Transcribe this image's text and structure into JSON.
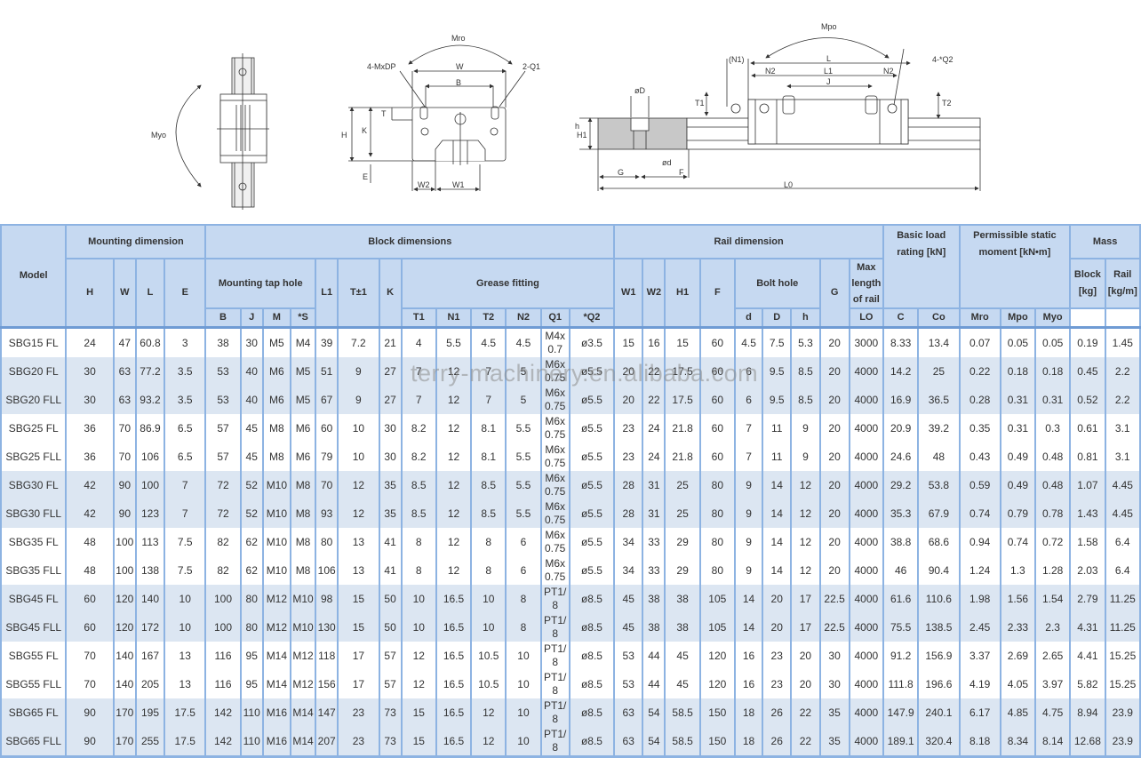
{
  "drawing_labels": {
    "myo": "Myo",
    "mro": "Mro",
    "mpo": "Mpo",
    "mxdp": "4-MxDP",
    "q1": "2-Q1",
    "w": "W",
    "b": "B",
    "t": "T",
    "h": "H",
    "k": "K",
    "e": "E",
    "w2": "W2",
    "w1": "W1",
    "n1": "(N1)",
    "l": "L",
    "n2a": "N2",
    "l1": "L1",
    "n2b": "N2",
    "q2": "4-*Q2",
    "j": "J",
    "t1": "T1",
    "t2": "T2",
    "od": "øD",
    "h_small": "h",
    "h1": "H1",
    "d_small": "ød",
    "g": "G",
    "f": "F",
    "l0": "L0"
  },
  "table": {
    "header": {
      "model": "Model",
      "mounting_dimension": "Mounting dimension",
      "block_dimensions": "Block dimensions",
      "rail_dimension": "Rail dimension",
      "basic_load_rating": "Basic load rating [kN]",
      "permissible_static_moment": "Permissible static moment [kN•m]",
      "mass": "Mass",
      "H": "H",
      "W": "W",
      "L": "L",
      "E": "E",
      "mounting_tap_hole": "Mounting tap hole",
      "L1": "L1",
      "T": "T±1",
      "K": "K",
      "grease_fitting": "Grease fitting",
      "W1": "W1",
      "W2": "W2",
      "H1": "H1",
      "F": "F",
      "bolt_hole": "Bolt hole",
      "G": "G",
      "max_length": "Max length of rail",
      "block_kg": "Block [kg]",
      "rail_kgm": "Rail [kg/m]",
      "B": "B",
      "J": "J",
      "M": "M",
      "S": "*S",
      "T1": "T1",
      "N1": "N1",
      "T2": "T2",
      "N2": "N2",
      "Q1": "Q1",
      "Q2": "*Q2",
      "d": "d",
      "D": "D",
      "h": "h",
      "LO": "LO",
      "C": "C",
      "Co": "Co",
      "Mro": "Mro",
      "Mpo": "Mpo",
      "Myo": "Myo"
    },
    "rows": [
      {
        "model": "SBG15 FL",
        "H": "24",
        "W": "47",
        "L": "60.8",
        "E": "3",
        "B": "38",
        "J": "30",
        "M": "M5",
        "S": "M4",
        "L1": "39",
        "T": "7.2",
        "K": "21",
        "T1": "4",
        "N1": "5.5",
        "T2": "4.5",
        "N2": "4.5",
        "Q1a": "M4x",
        "Q1b": "0.7",
        "Q2": "ø3.5",
        "W1": "15",
        "W2": "16",
        "H1": "15",
        "F": "60",
        "d": "4.5",
        "D": "7.5",
        "h": "5.3",
        "G": "20",
        "LO": "3000",
        "C": "8.33",
        "Co": "13.4",
        "Mro": "0.07",
        "Mpo": "0.05",
        "Myo": "0.05",
        "block": "0.19",
        "rail": "1.45"
      },
      {
        "model": "SBG20 FL",
        "H": "30",
        "W": "63",
        "L": "77.2",
        "E": "3.5",
        "B": "53",
        "J": "40",
        "M": "M6",
        "S": "M5",
        "L1": "51",
        "T": "9",
        "K": "27",
        "T1": "7",
        "N1": "12",
        "T2": "7",
        "N2": "5",
        "Q1a": "M6x",
        "Q1b": "0.75",
        "Q2": "ø5.5",
        "W1": "20",
        "W2": "22",
        "H1": "17.5",
        "F": "60",
        "d": "6",
        "D": "9.5",
        "h": "8.5",
        "G": "20",
        "LO": "4000",
        "C": "14.2",
        "Co": "25",
        "Mro": "0.22",
        "Mpo": "0.18",
        "Myo": "0.18",
        "block": "0.45",
        "rail": "2.2"
      },
      {
        "model": "SBG20 FLL",
        "H": "30",
        "W": "63",
        "L": "93.2",
        "E": "3.5",
        "B": "53",
        "J": "40",
        "M": "M6",
        "S": "M5",
        "L1": "67",
        "T": "9",
        "K": "27",
        "T1": "7",
        "N1": "12",
        "T2": "7",
        "N2": "5",
        "Q1a": "M6x",
        "Q1b": "0.75",
        "Q2": "ø5.5",
        "W1": "20",
        "W2": "22",
        "H1": "17.5",
        "F": "60",
        "d": "6",
        "D": "9.5",
        "h": "8.5",
        "G": "20",
        "LO": "4000",
        "C": "16.9",
        "Co": "36.5",
        "Mro": "0.28",
        "Mpo": "0.31",
        "Myo": "0.31",
        "block": "0.52",
        "rail": "2.2"
      },
      {
        "model": "SBG25 FL",
        "H": "36",
        "W": "70",
        "L": "86.9",
        "E": "6.5",
        "B": "57",
        "J": "45",
        "M": "M8",
        "S": "M6",
        "L1": "60",
        "T": "10",
        "K": "30",
        "T1": "8.2",
        "N1": "12",
        "T2": "8.1",
        "N2": "5.5",
        "Q1a": "M6x",
        "Q1b": "0.75",
        "Q2": "ø5.5",
        "W1": "23",
        "W2": "24",
        "H1": "21.8",
        "F": "60",
        "d": "7",
        "D": "11",
        "h": "9",
        "G": "20",
        "LO": "4000",
        "C": "20.9",
        "Co": "39.2",
        "Mro": "0.35",
        "Mpo": "0.31",
        "Myo": "0.3",
        "block": "0.61",
        "rail": "3.1"
      },
      {
        "model": "SBG25 FLL",
        "H": "36",
        "W": "70",
        "L": "106",
        "E": "6.5",
        "B": "57",
        "J": "45",
        "M": "M8",
        "S": "M6",
        "L1": "79",
        "T": "10",
        "K": "30",
        "T1": "8.2",
        "N1": "12",
        "T2": "8.1",
        "N2": "5.5",
        "Q1a": "M6x",
        "Q1b": "0.75",
        "Q2": "ø5.5",
        "W1": "23",
        "W2": "24",
        "H1": "21.8",
        "F": "60",
        "d": "7",
        "D": "11",
        "h": "9",
        "G": "20",
        "LO": "4000",
        "C": "24.6",
        "Co": "48",
        "Mro": "0.43",
        "Mpo": "0.49",
        "Myo": "0.48",
        "block": "0.81",
        "rail": "3.1"
      },
      {
        "model": "SBG30 FL",
        "H": "42",
        "W": "90",
        "L": "100",
        "E": "7",
        "B": "72",
        "J": "52",
        "M": "M10",
        "S": "M8",
        "L1": "70",
        "T": "12",
        "K": "35",
        "T1": "8.5",
        "N1": "12",
        "T2": "8.5",
        "N2": "5.5",
        "Q1a": "M6x",
        "Q1b": "0.75",
        "Q2": "ø5.5",
        "W1": "28",
        "W2": "31",
        "H1": "25",
        "F": "80",
        "d": "9",
        "D": "14",
        "h": "12",
        "G": "20",
        "LO": "4000",
        "C": "29.2",
        "Co": "53.8",
        "Mro": "0.59",
        "Mpo": "0.49",
        "Myo": "0.48",
        "block": "1.07",
        "rail": "4.45"
      },
      {
        "model": "SBG30 FLL",
        "H": "42",
        "W": "90",
        "L": "123",
        "E": "7",
        "B": "72",
        "J": "52",
        "M": "M10",
        "S": "M8",
        "L1": "93",
        "T": "12",
        "K": "35",
        "T1": "8.5",
        "N1": "12",
        "T2": "8.5",
        "N2": "5.5",
        "Q1a": "M6x",
        "Q1b": "0.75",
        "Q2": "ø5.5",
        "W1": "28",
        "W2": "31",
        "H1": "25",
        "F": "80",
        "d": "9",
        "D": "14",
        "h": "12",
        "G": "20",
        "LO": "4000",
        "C": "35.3",
        "Co": "67.9",
        "Mro": "0.74",
        "Mpo": "0.79",
        "Myo": "0.78",
        "block": "1.43",
        "rail": "4.45"
      },
      {
        "model": "SBG35 FL",
        "H": "48",
        "W": "100",
        "L": "113",
        "E": "7.5",
        "B": "82",
        "J": "62",
        "M": "M10",
        "S": "M8",
        "L1": "80",
        "T": "13",
        "K": "41",
        "T1": "8",
        "N1": "12",
        "T2": "8",
        "N2": "6",
        "Q1a": "M6x",
        "Q1b": "0.75",
        "Q2": "ø5.5",
        "W1": "34",
        "W2": "33",
        "H1": "29",
        "F": "80",
        "d": "9",
        "D": "14",
        "h": "12",
        "G": "20",
        "LO": "4000",
        "C": "38.8",
        "Co": "68.6",
        "Mro": "0.94",
        "Mpo": "0.74",
        "Myo": "0.72",
        "block": "1.58",
        "rail": "6.4"
      },
      {
        "model": "SBG35 FLL",
        "H": "48",
        "W": "100",
        "L": "138",
        "E": "7.5",
        "B": "82",
        "J": "62",
        "M": "M10",
        "S": "M8",
        "L1": "106",
        "T": "13",
        "K": "41",
        "T1": "8",
        "N1": "12",
        "T2": "8",
        "N2": "6",
        "Q1a": "M6x",
        "Q1b": "0.75",
        "Q2": "ø5.5",
        "W1": "34",
        "W2": "33",
        "H1": "29",
        "F": "80",
        "d": "9",
        "D": "14",
        "h": "12",
        "G": "20",
        "LO": "4000",
        "C": "46",
        "Co": "90.4",
        "Mro": "1.24",
        "Mpo": "1.3",
        "Myo": "1.28",
        "block": "2.03",
        "rail": "6.4"
      },
      {
        "model": "SBG45 FL",
        "H": "60",
        "W": "120",
        "L": "140",
        "E": "10",
        "B": "100",
        "J": "80",
        "M": "M12",
        "S": "M10",
        "L1": "98",
        "T": "15",
        "K": "50",
        "T1": "10",
        "N1": "16.5",
        "T2": "10",
        "N2": "8",
        "Q1a": "PT1/",
        "Q1b": "8",
        "Q2": "ø8.5",
        "W1": "45",
        "W2": "38",
        "H1": "38",
        "F": "105",
        "d": "14",
        "D": "20",
        "h": "17",
        "G": "22.5",
        "LO": "4000",
        "C": "61.6",
        "Co": "110.6",
        "Mro": "1.98",
        "Mpo": "1.56",
        "Myo": "1.54",
        "block": "2.79",
        "rail": "11.25"
      },
      {
        "model": "SBG45 FLL",
        "H": "60",
        "W": "120",
        "L": "172",
        "E": "10",
        "B": "100",
        "J": "80",
        "M": "M12",
        "S": "M10",
        "L1": "130",
        "T": "15",
        "K": "50",
        "T1": "10",
        "N1": "16.5",
        "T2": "10",
        "N2": "8",
        "Q1a": "PT1/",
        "Q1b": "8",
        "Q2": "ø8.5",
        "W1": "45",
        "W2": "38",
        "H1": "38",
        "F": "105",
        "d": "14",
        "D": "20",
        "h": "17",
        "G": "22.5",
        "LO": "4000",
        "C": "75.5",
        "Co": "138.5",
        "Mro": "2.45",
        "Mpo": "2.33",
        "Myo": "2.3",
        "block": "4.31",
        "rail": "11.25"
      },
      {
        "model": "SBG55 FL",
        "H": "70",
        "W": "140",
        "L": "167",
        "E": "13",
        "B": "116",
        "J": "95",
        "M": "M14",
        "S": "M12",
        "L1": "118",
        "T": "17",
        "K": "57",
        "T1": "12",
        "N1": "16.5",
        "T2": "10.5",
        "N2": "10",
        "Q1a": "PT1/",
        "Q1b": "8",
        "Q2": "ø8.5",
        "W1": "53",
        "W2": "44",
        "H1": "45",
        "F": "120",
        "d": "16",
        "D": "23",
        "h": "20",
        "G": "30",
        "LO": "4000",
        "C": "91.2",
        "Co": "156.9",
        "Mro": "3.37",
        "Mpo": "2.69",
        "Myo": "2.65",
        "block": "4.41",
        "rail": "15.25"
      },
      {
        "model": "SBG55 FLL",
        "H": "70",
        "W": "140",
        "L": "205",
        "E": "13",
        "B": "116",
        "J": "95",
        "M": "M14",
        "S": "M12",
        "L1": "156",
        "T": "17",
        "K": "57",
        "T1": "12",
        "N1": "16.5",
        "T2": "10.5",
        "N2": "10",
        "Q1a": "PT1/",
        "Q1b": "8",
        "Q2": "ø8.5",
        "W1": "53",
        "W2": "44",
        "H1": "45",
        "F": "120",
        "d": "16",
        "D": "23",
        "h": "20",
        "G": "30",
        "LO": "4000",
        "C": "111.8",
        "Co": "196.6",
        "Mro": "4.19",
        "Mpo": "4.05",
        "Myo": "3.97",
        "block": "5.82",
        "rail": "15.25"
      },
      {
        "model": "SBG65 FL",
        "H": "90",
        "W": "170",
        "L": "195",
        "E": "17.5",
        "B": "142",
        "J": "110",
        "M": "M16",
        "S": "M14",
        "L1": "147",
        "T": "23",
        "K": "73",
        "T1": "15",
        "N1": "16.5",
        "T2": "12",
        "N2": "10",
        "Q1a": "PT1/",
        "Q1b": "8",
        "Q2": "ø8.5",
        "W1": "63",
        "W2": "54",
        "H1": "58.5",
        "F": "150",
        "d": "18",
        "D": "26",
        "h": "22",
        "G": "35",
        "LO": "4000",
        "C": "147.9",
        "Co": "240.1",
        "Mro": "6.17",
        "Mpo": "4.85",
        "Myo": "4.75",
        "block": "8.94",
        "rail": "23.9"
      },
      {
        "model": "SBG65 FLL",
        "H": "90",
        "W": "170",
        "L": "255",
        "E": "17.5",
        "B": "142",
        "J": "110",
        "M": "M16",
        "S": "M14",
        "L1": "207",
        "T": "23",
        "K": "73",
        "T1": "15",
        "N1": "16.5",
        "T2": "12",
        "N2": "10",
        "Q1a": "PT1/",
        "Q1b": "8",
        "Q2": "ø8.5",
        "W1": "63",
        "W2": "54",
        "H1": "58.5",
        "F": "150",
        "d": "18",
        "D": "26",
        "h": "22",
        "G": "35",
        "LO": "4000",
        "C": "189.1",
        "Co": "320.4",
        "Mro": "8.18",
        "Mpo": "8.34",
        "Myo": "8.14",
        "block": "12.68",
        "rail": "23.9"
      }
    ]
  },
  "watermark": "terry-machinery.en.alibaba.com",
  "colors": {
    "header_bg": "#c6d9f1",
    "border": "#8db3e2",
    "band_bg": "#dce6f2"
  }
}
